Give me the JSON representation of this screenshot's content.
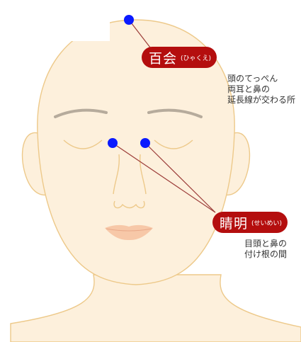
{
  "colors": {
    "skin": "#fdf0dc",
    "outline": "#edc98a",
    "eyebrow": "#b6ab9c",
    "lips": "#f7c8a8",
    "acupoint": "#0a1aff",
    "leader_line": "#9c3c38",
    "label_bg": "#b40e0e",
    "label_text": "#ffffff",
    "desc_text": "#333333"
  },
  "points": [
    {
      "id": "hyakue",
      "name": "百会",
      "reading": "(ひゃくえ)",
      "description": "頭のてっぺん\n両耳と鼻の\n延長線が交わる所",
      "icon": "acupoint-dot"
    },
    {
      "id": "seimei",
      "name": "睛明",
      "reading": "(せいめい)",
      "description": "目頭と鼻の\n付け根の間",
      "icon": "acupoint-dot"
    }
  ]
}
